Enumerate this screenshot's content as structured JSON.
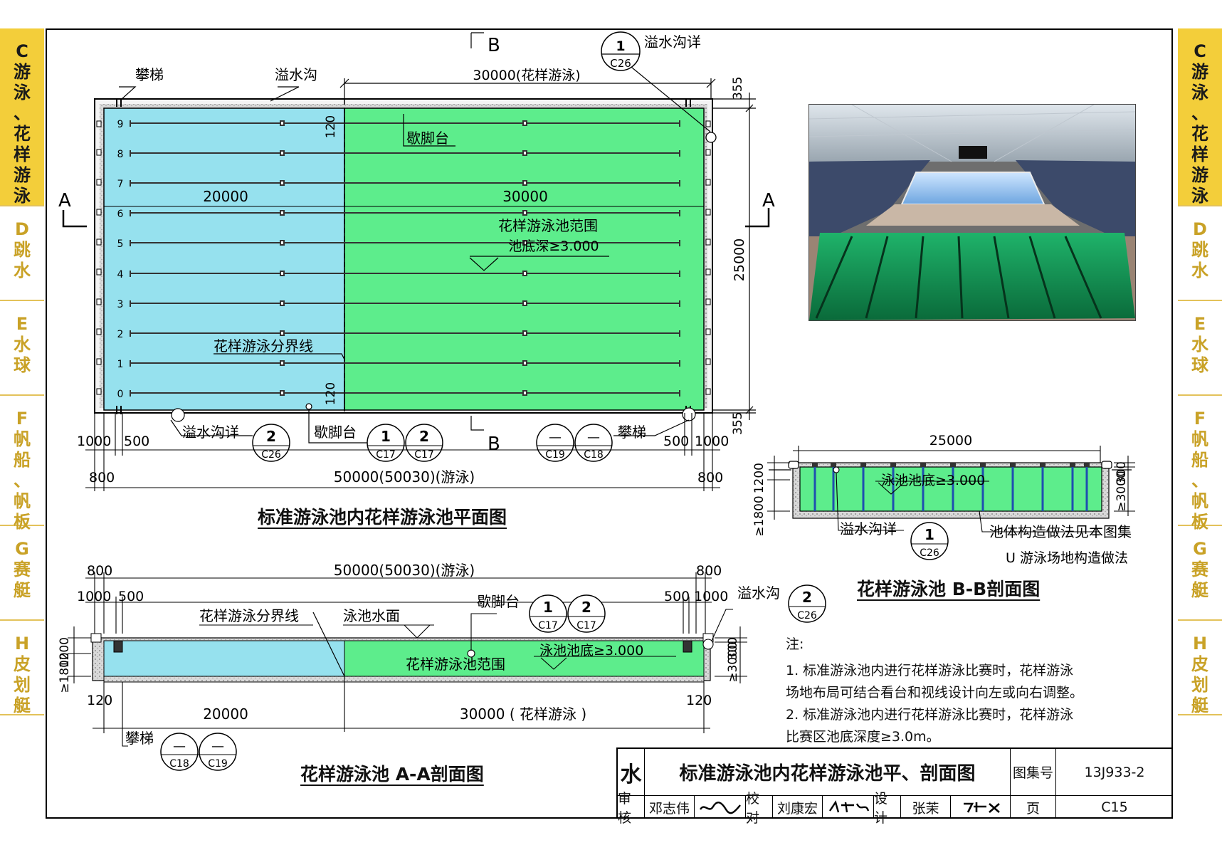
{
  "side_tabs": {
    "left": [
      {
        "chars": [
          "C",
          "游",
          "泳",
          "、",
          "花",
          "样",
          "游",
          "泳"
        ],
        "active": true
      },
      {
        "chars": [
          "D",
          "跳",
          "水"
        ],
        "active": false
      },
      {
        "chars": [
          "E",
          "水",
          "球"
        ],
        "active": false
      },
      {
        "chars": [
          "F",
          "帆",
          "船",
          "、",
          "帆",
          "板"
        ],
        "active": false
      },
      {
        "chars": [
          "G",
          "赛",
          "艇"
        ],
        "active": false
      },
      {
        "chars": [
          "H",
          "皮",
          "划",
          "艇"
        ],
        "active": false
      }
    ],
    "right": [
      {
        "chars": [
          "C",
          "游",
          "泳",
          "、",
          "花",
          "样",
          "游",
          "泳"
        ],
        "active": true
      },
      {
        "chars": [
          "D",
          "跳",
          "水"
        ],
        "active": false
      },
      {
        "chars": [
          "E",
          "水",
          "球"
        ],
        "active": false
      },
      {
        "chars": [
          "F",
          "帆",
          "船",
          "、",
          "帆",
          "板"
        ],
        "active": false
      },
      {
        "chars": [
          "G",
          "赛",
          "艇"
        ],
        "active": false
      },
      {
        "chars": [
          "H",
          "皮",
          "划",
          "艇"
        ],
        "active": false
      }
    ]
  },
  "plan": {
    "label_ladder": "攀梯",
    "label_overflow": "溢水沟",
    "dim_top": "30000(花样游泳)",
    "detail_overflow_title": "溢水沟详",
    "detail_top_num": "1",
    "detail_top_ref": "C26",
    "section_B": "B",
    "section_A": "A",
    "dim_120": "120",
    "dim_355": "355",
    "label_kick": "歇脚台",
    "dim_left": "20000",
    "dim_right": "30000",
    "dim_height": "25000",
    "zone_title": "花样游泳池范围",
    "zone_depth": "池底深≥3.000",
    "boundary": "花样游泳分界线",
    "lane_numbers": [
      "9",
      "8",
      "7",
      "6",
      "5",
      "4",
      "3",
      "2",
      "1",
      "0"
    ],
    "callout_overflow": "溢水沟详",
    "callout_overflow_num": "2",
    "callout_overflow_ref": "C26",
    "callout_kick": "歇脚台",
    "callout_kick_nums": [
      "1",
      "2"
    ],
    "callout_kick_refs": [
      "C17",
      "C17"
    ],
    "callout_ladder": "攀梯",
    "callout_ladder_nums": [
      "—",
      "—"
    ],
    "callout_ladder_refs": [
      "C19",
      "C18"
    ],
    "dim_1000": "1000",
    "dim_500": "500",
    "dim_800": "800",
    "dim_total": "50000(50030)(游泳)",
    "caption": "标准游泳池内花样游泳池平面图"
  },
  "bb": {
    "dim_width": "25000",
    "dim_1200": "1200",
    "dim_300": "300",
    "dim_1800": "≥1800",
    "dim_3000": "≥3000",
    "depth": "泳池池底≥3.000",
    "overflow": "溢水沟详",
    "overflow_num": "1",
    "overflow_ref": "C26",
    "note_body": "池体构造做法见本图集",
    "note_u": "U 游泳场地构造做法",
    "caption": "花样游泳池 B-B剖面图"
  },
  "aa": {
    "dim_800": "800",
    "dim_total": "50000(50030)(游泳)",
    "dim_1000": "1000",
    "dim_500": "500",
    "label_kick": "歇脚台",
    "kick_nums": [
      "1",
      "2"
    ],
    "kick_refs": [
      "C17",
      "C17"
    ],
    "label_overflow": "溢水沟",
    "overflow_num": "2",
    "overflow_ref": "C26",
    "boundary": "花样游泳分界线",
    "water_surface": "泳池水面",
    "depth": "泳池池底≥3.000",
    "zone": "花样游泳池范围",
    "dim_1200": "1200",
    "dim_1800": "≥1800",
    "dim_300": "300",
    "dim_3000": "≥3000",
    "dim_120": "120",
    "dim_left": "20000",
    "dim_right": "30000 ( 花样游泳 )",
    "ladder": "攀梯",
    "ladder_nums": [
      "—",
      "—"
    ],
    "ladder_refs": [
      "C18",
      "C19"
    ],
    "caption": "花样游泳池 A-A剖面图"
  },
  "notes": {
    "title": "注:",
    "lines": [
      "1. 标准游泳池内进行花样游泳比赛时，花样游泳",
      "场地布局可结合看台和视线设计向左或向右调整。",
      "2. 标准游泳池内进行花样游泳比赛时，花样游泳",
      "比赛区池底深度≥3.0m。"
    ]
  },
  "title_block": {
    "category": "水",
    "title": "标准游泳池内花样游泳池平、剖面图",
    "atlas_label": "图集号",
    "atlas_no": "13J933-2",
    "review_label": "审核",
    "review_name": "邓志伟",
    "check_label": "校对",
    "check_name": "刘康宏",
    "design_label": "设计",
    "design_name": "张茉",
    "page_label": "页",
    "page_no": "C15"
  },
  "colors": {
    "pool_blue": "#96e1ee",
    "pool_green": "#5ded8c",
    "tab_active": "#f3ce3a",
    "tab_text": "#c9a227"
  }
}
